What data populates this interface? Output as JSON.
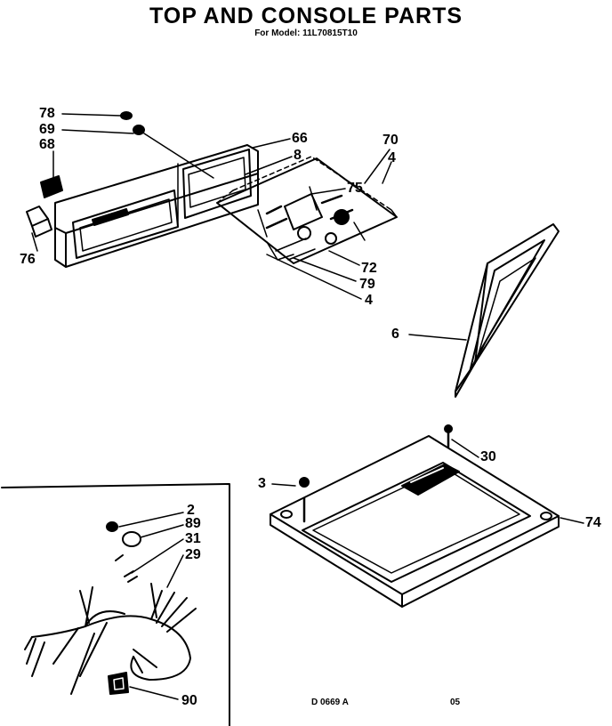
{
  "header": {
    "title": "TOP AND CONSOLE PARTS",
    "subtitle": "For Model: 11L70815T10"
  },
  "labels": {
    "p78": "78",
    "p69": "69",
    "p68": "68",
    "p76": "76",
    "p66": "66",
    "p8": "8",
    "p70": "70",
    "p4a": "4",
    "p75": "75",
    "p72": "72",
    "p79": "79",
    "p4b": "4",
    "p6": "6",
    "p30": "30",
    "p3": "3",
    "p74": "74",
    "p2": "2",
    "p89": "89",
    "p31": "31",
    "p29": "29",
    "p90": "90"
  },
  "footer": {
    "code": "D 0669 A",
    "page": "05"
  }
}
